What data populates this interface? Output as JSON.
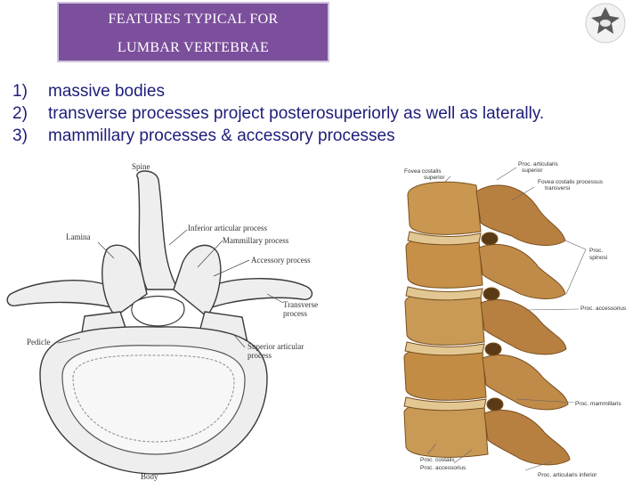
{
  "slide": {
    "title_line1": "FEATURES TYPICAL FOR",
    "title_line2": "LUMBAR VERTEBRAE",
    "colors": {
      "title_bg": "#7b4f9c",
      "title_text": "#ffffff",
      "list_text": "#1d1d7a",
      "bone": "#c79a55"
    },
    "logo_icon": "vertebra-logo-icon"
  },
  "features": [
    {
      "num": "1)",
      "text": "massive bodies"
    },
    {
      "num": "2)",
      "text": "transverse processes project posterosuperiorly as well as laterally."
    },
    {
      "num": "3)",
      "text": "mammillary processes & accessory processes"
    }
  ],
  "figure_left": {
    "labels": {
      "spine": "Spine",
      "lamina": "Lamina",
      "inferior_articular": "Inferior articular process",
      "mammillary": "Mammillary process",
      "accessory": "Accessory process",
      "transverse_1": "Transverse",
      "transverse_2": "process",
      "pedicle": "Pedicle",
      "superior_articular_1": "Superior articular",
      "superior_articular_2": "process",
      "body": "Body"
    }
  },
  "figure_right": {
    "labels": {
      "proc_artic_sup_1": "Proc. articularis",
      "proc_artic_sup_2": "superior",
      "fovea_sup_1": "Fovea costalis",
      "fovea_sup_2": "superior",
      "fovea_proc_1": "Fovea costalis processus",
      "fovea_proc_2": "transversi",
      "proc_spinosi_1": "Proc.",
      "proc_spinosi_2": "spinosi",
      "proc_accessorius": "Proc. accessorius",
      "proc_mammillaris": "Proc. mammillaris",
      "proc_costalis": "Proc. costalis",
      "proc_accessorius_bottom": "Proc. accessorius",
      "proc_artic_inf": "Proc. articularis inferior"
    }
  }
}
